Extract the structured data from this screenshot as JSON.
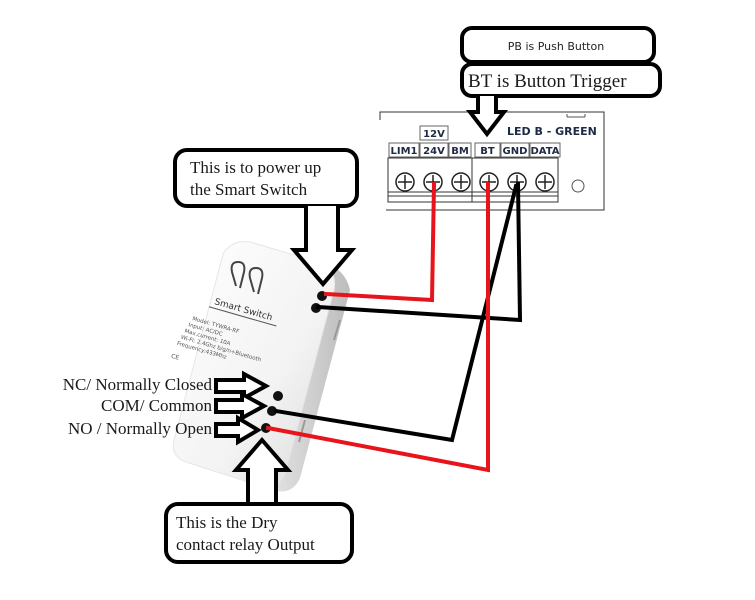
{
  "callouts": {
    "push_button": "PB is Push Button",
    "button_trigger": "BT is Button Trigger",
    "power_line1": "This is to power up",
    "power_line2": "the Smart Switch",
    "relay_line1": "This is the Dry",
    "relay_line2": "contact relay Output"
  },
  "controller": {
    "voltage_label": "12V",
    "led_label": "LED B - GREEN",
    "terminals": [
      "LIM1",
      "24V",
      "BM",
      "BT",
      "GND",
      "DATA"
    ]
  },
  "device": {
    "title": "Smart Switch",
    "specs": [
      "Model: TYWRA-RF",
      "Input: AC/DC",
      "Max.current: 10A",
      "Wi-Fi: 2.4Ghz b/g/n+Bluetooth",
      "Frequency:433Mhz"
    ],
    "cert": "CE"
  },
  "relay_terminals": {
    "nc": "NC/ Normally Closed",
    "com": "COM/ Common",
    "no": "NO / Normally Open"
  },
  "colors": {
    "wire_positive": "#e8141b",
    "wire_negative": "#000000",
    "outline": "#000000"
  }
}
